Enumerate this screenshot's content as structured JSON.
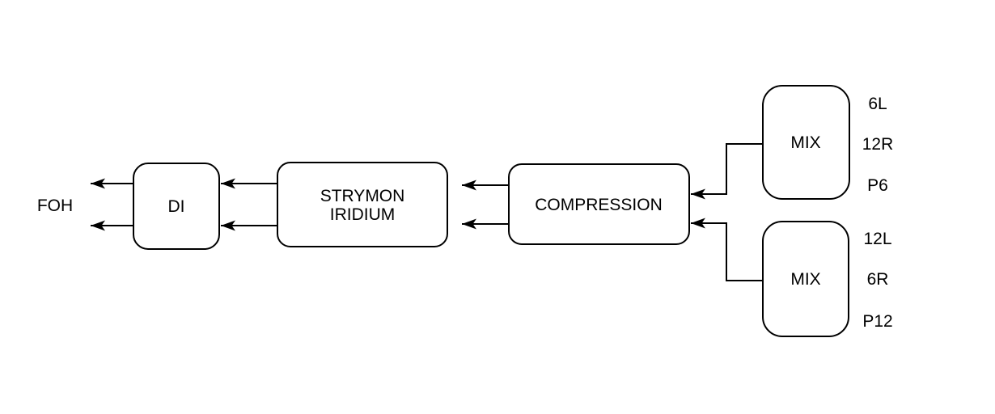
{
  "diagram": {
    "title": "guitar-amp-signal-flow",
    "background_color": "#ffffff",
    "line_color": "#000000",
    "nodes": {
      "foh": {
        "label": "FOH"
      },
      "di": {
        "label": "DI"
      },
      "strymon": {
        "line1": "STRYMON",
        "line2": "IRIDIUM"
      },
      "compression": {
        "label": "COMPRESSION"
      },
      "mix_top": {
        "label": "MIX",
        "outputs": [
          "6L",
          "12R",
          "P6"
        ]
      },
      "mix_bottom": {
        "label": "MIX",
        "outputs": [
          "12L",
          "6R",
          "P12"
        ]
      }
    },
    "connections": [
      "mix_top -> compression",
      "mix_bottom -> compression",
      "compression -> strymon (x2)",
      "strymon -> di (x2)",
      "di -> foh (x2)"
    ]
  }
}
